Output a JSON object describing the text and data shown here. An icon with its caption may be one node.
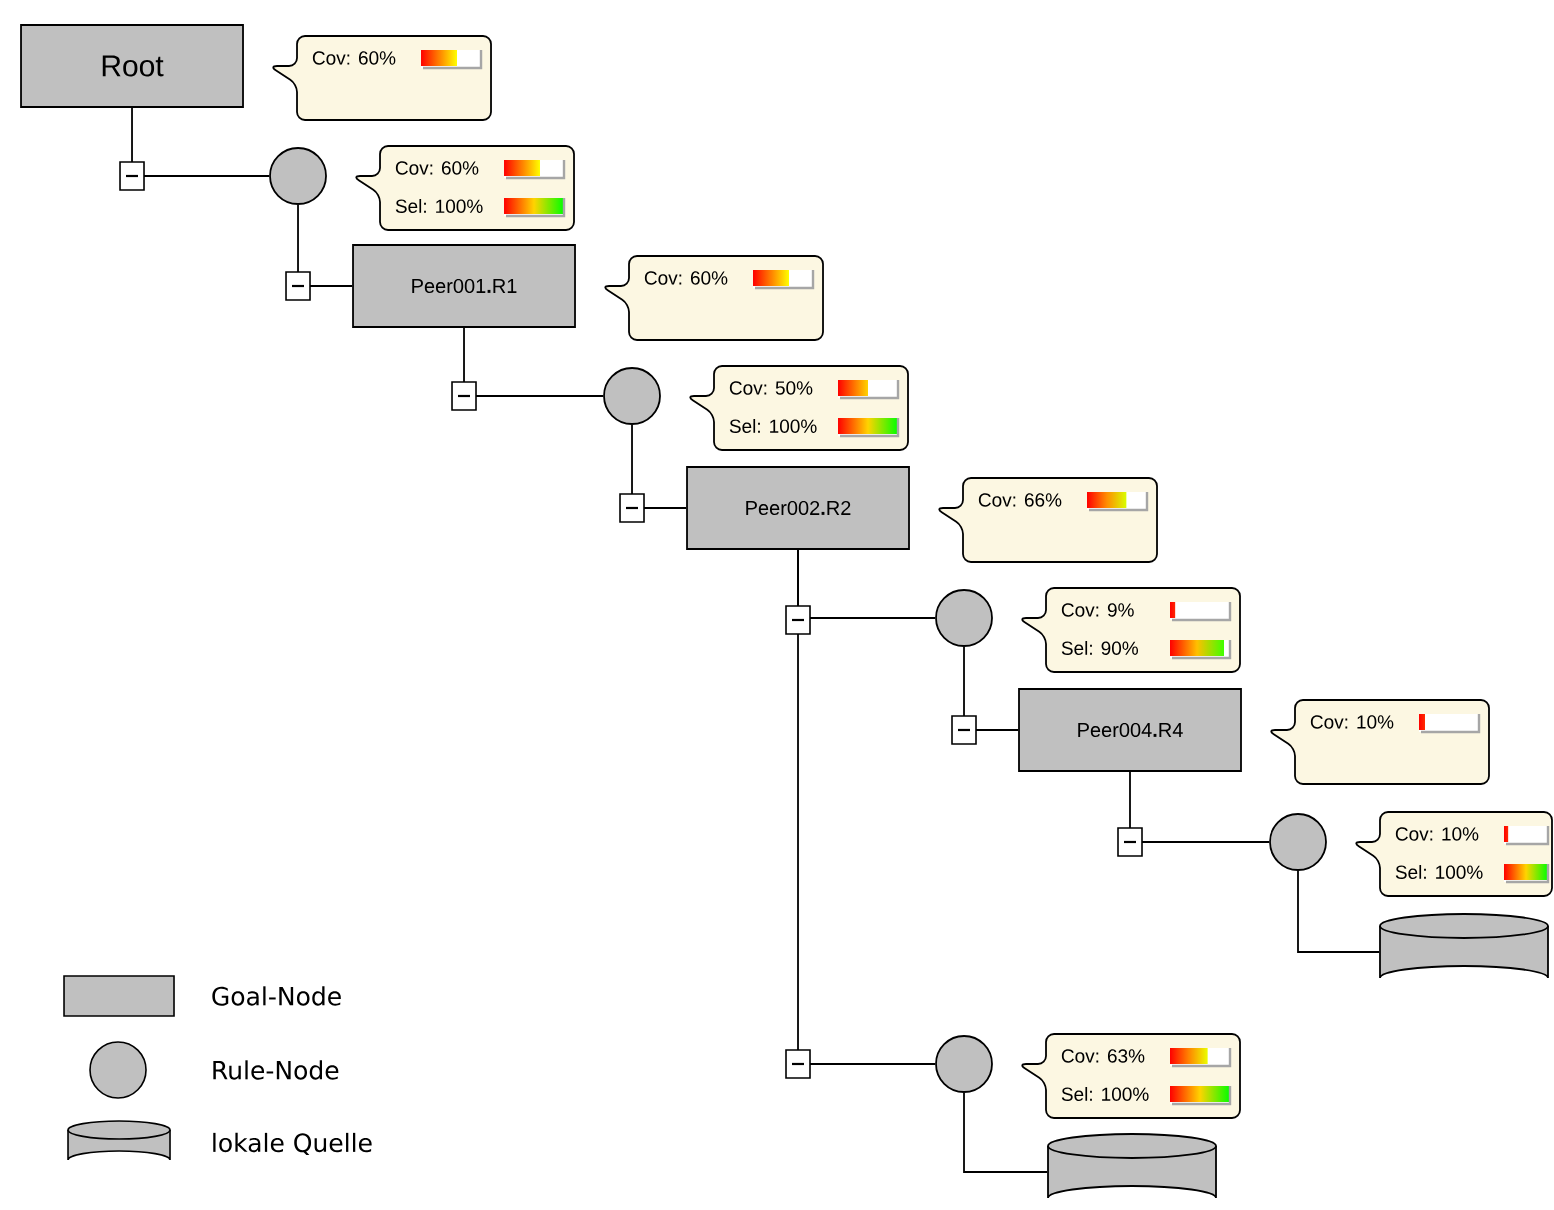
{
  "diagram": {
    "nodes": [
      {
        "text": [
          "Root"
        ],
        "beside": [
          "Cov: 60%"
        ]
      },
      {
        "text": [],
        "shape": "circle",
        "beside": [
          "Cov: 60%",
          "Sel: 100%"
        ]
      },
      {
        "text": [
          "Peer001**.**R1"
        ],
        "beside": [
          "Cov: 60%"
        ]
      },
      {
        "text": [],
        "shape": "circle",
        "beside": [
          "Cov: 50%",
          "Sel: 100%"
        ]
      },
      {
        "text": [
          "Peer002**.**R2"
        ],
        "beside": [
          "Cov: 66%"
        ]
      },
      {
        "text": [],
        "shape": "circle",
        "beside": [
          "Cov: 9%",
          "Sel: 90%"
        ]
      },
      {
        "text": [
          "Peer004**.**R4"
        ],
        "beside": [
          "Cov: 10%"
        ]
      },
      {
        "text": [],
        "shape": "circle",
        "beside": [
          "Cov: 10%",
          "Sel: 100%"
        ]
      },
      {
        "text": [],
        "shape": "cylinder"
      },
      {
        "text": [],
        "shape": "circle",
        "beside": [
          "Cov: 63%",
          "Sel: 100%"
        ]
      },
      {
        "text": [],
        "shape": "cylinder"
      }
    ],
    "edges": [
      {
        "from": 0,
        "to": 1,
        "arrow": "none"
      },
      {
        "from": 1,
        "to": 2,
        "arrow": "none"
      },
      {
        "from": 2,
        "to": 3,
        "arrow": "none"
      },
      {
        "from": 3,
        "to": 4,
        "arrow": "none"
      },
      {
        "from": 4,
        "to": 5,
        "arrow": "none"
      },
      {
        "from": 5,
        "to": 6,
        "arrow": "none"
      },
      {
        "from": 6,
        "to": 7,
        "arrow": "none"
      },
      {
        "from": 7,
        "to": 8,
        "arrow": "none"
      },
      {
        "from": 4,
        "to": 9,
        "arrow": "none"
      },
      {
        "from": 9,
        "to": 10,
        "arrow": "none"
      }
    ],
    "legend": [
      {
        "text": "Goal-Node"
      },
      {
        "text": "Rule-Node"
      },
      {
        "text": "lokale Quelle"
      }
    ]
  }
}
